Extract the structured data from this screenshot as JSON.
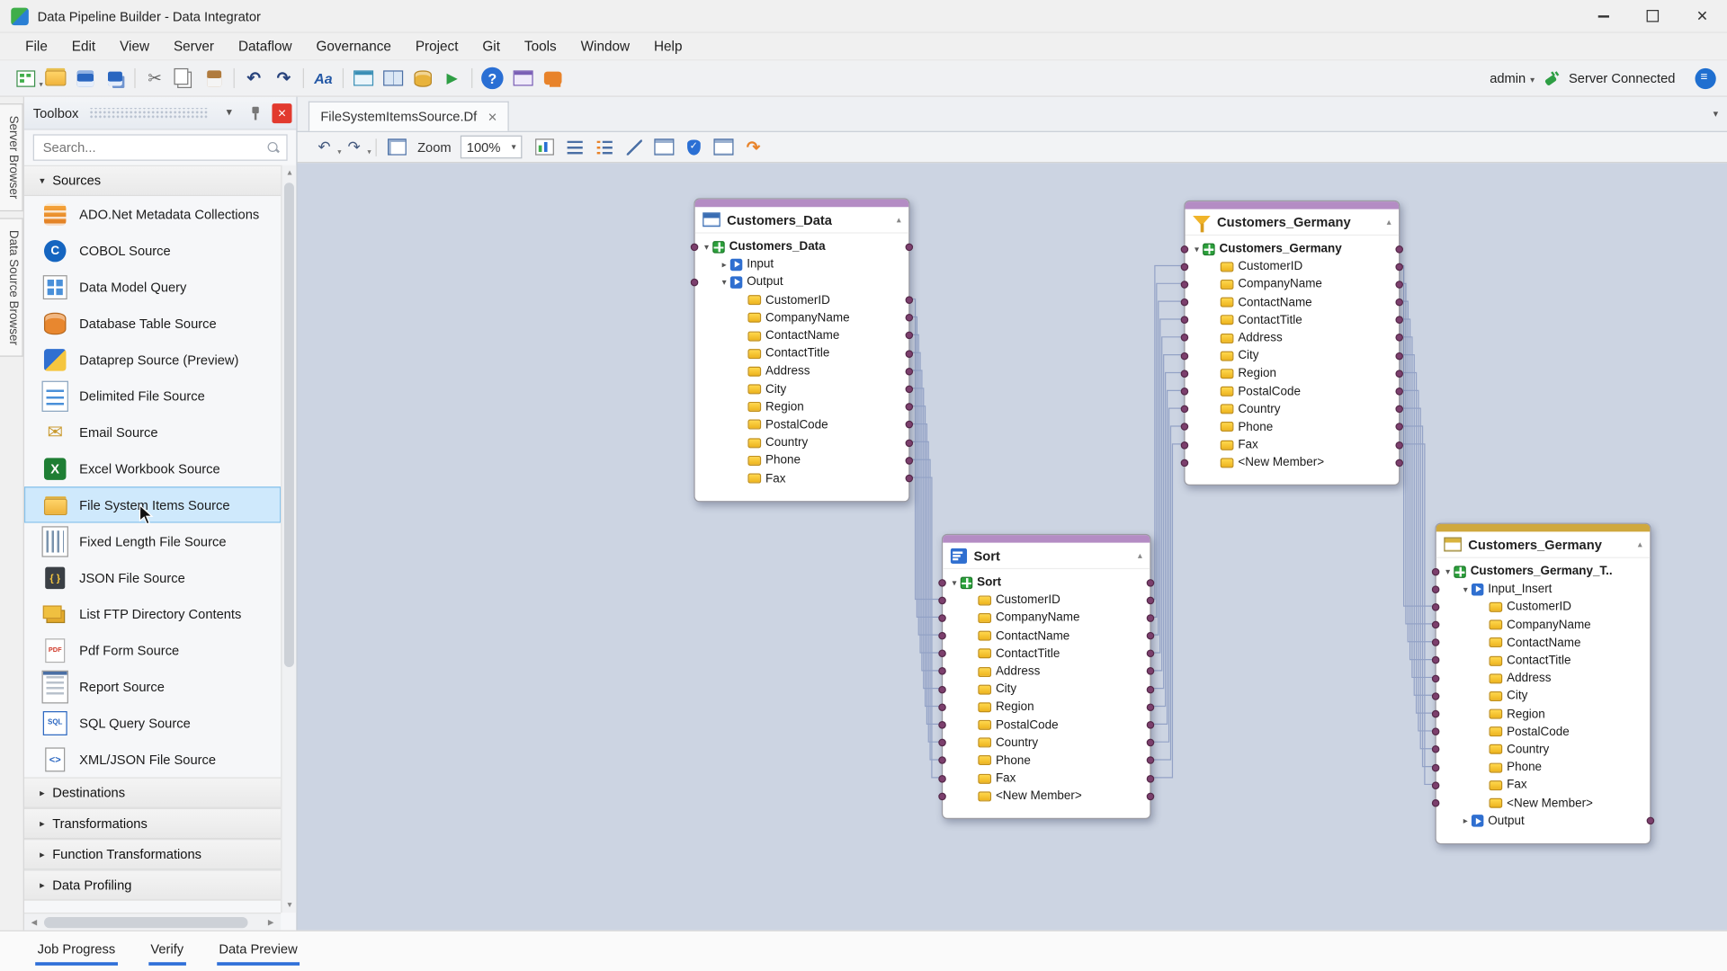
{
  "header": {
    "title": "Data Pipeline Builder - Data Integrator"
  },
  "menu": {
    "items": [
      "File",
      "Edit",
      "View",
      "Server",
      "Dataflow",
      "Governance",
      "Project",
      "Git",
      "Tools",
      "Window",
      "Help"
    ]
  },
  "toolbar": {
    "icons": [
      {
        "name": "new-dataflow-icon",
        "dd": 1
      },
      {
        "name": "open-folder-icon"
      },
      {
        "name": "save-icon"
      },
      {
        "name": "save-all-icon"
      },
      {
        "name": "separator",
        "inter": "false"
      },
      {
        "name": "cut-icon"
      },
      {
        "name": "copy-icon"
      },
      {
        "name": "paste-icon"
      },
      {
        "name": "separator",
        "inter": "false"
      },
      {
        "name": "undo-icon"
      },
      {
        "name": "redo-icon"
      },
      {
        "name": "separator",
        "inter": "false"
      },
      {
        "name": "font-icon"
      },
      {
        "name": "separator",
        "inter": "false"
      },
      {
        "name": "edit-window-icon"
      },
      {
        "name": "split-window-icon"
      },
      {
        "name": "database-job-icon"
      },
      {
        "name": "start-dataflow-icon"
      },
      {
        "name": "separator",
        "inter": "false"
      },
      {
        "name": "help-icon"
      },
      {
        "name": "window-preview-icon"
      },
      {
        "name": "chat-icon"
      }
    ],
    "user": "admin",
    "server_status": "Server Connected"
  },
  "side_tabs": [
    "Server Browser",
    "Data Source Browser"
  ],
  "toolbox": {
    "title": "Toolbox",
    "search_placeholder": "Search...",
    "sources_label": "Sources",
    "items": [
      {
        "label": "ADO.Net Metadata Collections",
        "icon": "ado-net-metadata-icon"
      },
      {
        "label": "COBOL Source",
        "icon": "cobol-source-icon"
      },
      {
        "label": "Data Model Query",
        "icon": "data-model-query-icon"
      },
      {
        "label": "Database Table Source",
        "icon": "database-table-source-icon"
      },
      {
        "label": "Dataprep Source (Preview)",
        "icon": "dataprep-source-icon"
      },
      {
        "label": "Delimited File Source",
        "icon": "delimited-file-source-icon"
      },
      {
        "label": "Email Source",
        "icon": "email-source-icon"
      },
      {
        "label": "Excel Workbook Source",
        "icon": "excel-workbook-source-icon"
      },
      {
        "label": "File System Items Source",
        "icon": "file-system-items-source-icon",
        "selected": true
      },
      {
        "label": "Fixed Length File Source",
        "icon": "fixed-length-file-source-icon"
      },
      {
        "label": "JSON File Source",
        "icon": "json-file-source-icon"
      },
      {
        "label": "List FTP Directory Contents",
        "icon": "list-ftp-directory-icon"
      },
      {
        "label": "Pdf Form Source",
        "icon": "pdf-form-source-icon"
      },
      {
        "label": "Report Source",
        "icon": "report-source-icon"
      },
      {
        "label": "SQL Query Source",
        "icon": "sql-query-source-icon"
      },
      {
        "label": "XML/JSON File Source",
        "icon": "xml-json-file-source-icon"
      }
    ],
    "collapsed_sections": [
      "Destinations",
      "Transformations",
      "Function Transformations",
      "Data Profiling"
    ]
  },
  "doc": {
    "tab_label": "FileSystemItemsSource.Df"
  },
  "canvas_toolbar": {
    "left_icons": [
      {
        "name": "undo-icon",
        "dd": 1
      },
      {
        "name": "redo-icon",
        "dd": 1
      },
      {
        "name": "separator",
        "inter": "false"
      },
      {
        "name": "fit-diagram-icon"
      }
    ],
    "zoom_label": "Zoom",
    "zoom_value": "100%",
    "right_icons": [
      {
        "name": "auto-layout-icon"
      },
      {
        "name": "align-list-icon"
      },
      {
        "name": "align-list2-icon"
      },
      {
        "name": "straight-line-icon"
      },
      {
        "name": "mapping-grid-icon"
      },
      {
        "name": "verify-shield-icon"
      },
      {
        "name": "data-grid-icon"
      },
      {
        "name": "reroute-icon"
      }
    ]
  },
  "colors": {
    "canvas_bg": "#ccd4e2",
    "node_accent_purple": "#b48cc4",
    "node_accent_gold": "#cfa83d",
    "port_dot": "#7c3f6d",
    "selection": "#cfe9fc",
    "status_underline": "#2e6fd8"
  },
  "connections": [
    {
      "from": "Customers_Data",
      "to": "Sort"
    },
    {
      "from": "Sort",
      "to": "Customers_Germany"
    },
    {
      "from": "Customers_Germany",
      "to": "Customers_Germany_T"
    }
  ],
  "nodes": [
    {
      "id": "customers-data",
      "title": "Customers_Data",
      "accent": "#b48cc4",
      "icon": "table-source-icon",
      "tree": [
        {
          "label": "Customers_Data",
          "icon": "root",
          "level": 0,
          "exp": "▾",
          "bold": 1,
          "pl": 1,
          "pr": 1
        },
        {
          "label": "Input",
          "icon": "io",
          "level": 1,
          "exp": "▸"
        },
        {
          "label": "Output",
          "icon": "io",
          "level": 1,
          "exp": "▾",
          "pl": 1
        },
        {
          "label": "CustomerID",
          "icon": "field",
          "level": 2,
          "pr": 1
        },
        {
          "label": "CompanyName",
          "icon": "field",
          "level": 2,
          "pr": 1
        },
        {
          "label": "ContactName",
          "icon": "field",
          "level": 2,
          "pr": 1
        },
        {
          "label": "ContactTitle",
          "icon": "field",
          "level": 2,
          "pr": 1
        },
        {
          "label": "Address",
          "icon": "field",
          "level": 2,
          "pr": 1
        },
        {
          "label": "City",
          "icon": "field",
          "level": 2,
          "pr": 1
        },
        {
          "label": "Region",
          "icon": "field",
          "level": 2,
          "pr": 1
        },
        {
          "label": "PostalCode",
          "icon": "field",
          "level": 2,
          "pr": 1
        },
        {
          "label": "Country",
          "icon": "field",
          "level": 2,
          "pr": 1
        },
        {
          "label": "Phone",
          "icon": "field",
          "level": 2,
          "pr": 1
        },
        {
          "label": "Fax",
          "icon": "field",
          "level": 2,
          "pr": 1
        }
      ]
    },
    {
      "id": "customers-germany",
      "title": "Customers_Germany",
      "accent": "#b48cc4",
      "icon": "filter-icon",
      "tree": [
        {
          "label": "Customers_Germany",
          "icon": "root",
          "level": 0,
          "exp": "▾",
          "bold": 1,
          "pl": 1,
          "pr": 1
        },
        {
          "label": "CustomerID",
          "icon": "field",
          "level": 1,
          "pl": 1,
          "pr": 1
        },
        {
          "label": "CompanyName",
          "icon": "field",
          "level": 1,
          "pl": 1,
          "pr": 1
        },
        {
          "label": "ContactName",
          "icon": "field",
          "level": 1,
          "pl": 1,
          "pr": 1
        },
        {
          "label": "ContactTitle",
          "icon": "field",
          "level": 1,
          "pl": 1,
          "pr": 1
        },
        {
          "label": "Address",
          "icon": "field",
          "level": 1,
          "pl": 1,
          "pr": 1
        },
        {
          "label": "City",
          "icon": "field",
          "level": 1,
          "pl": 1,
          "pr": 1
        },
        {
          "label": "Region",
          "icon": "field",
          "level": 1,
          "pl": 1,
          "pr": 1
        },
        {
          "label": "PostalCode",
          "icon": "field",
          "level": 1,
          "pl": 1,
          "pr": 1
        },
        {
          "label": "Country",
          "icon": "field",
          "level": 1,
          "pl": 1,
          "pr": 1
        },
        {
          "label": "Phone",
          "icon": "field",
          "level": 1,
          "pl": 1,
          "pr": 1
        },
        {
          "label": "Fax",
          "icon": "field",
          "level": 1,
          "pl": 1,
          "pr": 1
        },
        {
          "label": "<New Member>",
          "icon": "field",
          "level": 1,
          "pl": 1,
          "pr": 1
        }
      ]
    },
    {
      "id": "sort",
      "title": "Sort",
      "accent": "#b48cc4",
      "icon": "sort-icon",
      "tree": [
        {
          "label": "Sort",
          "icon": "root",
          "level": 0,
          "exp": "▾",
          "bold": 1,
          "pl": 1,
          "pr": 1
        },
        {
          "label": "CustomerID",
          "icon": "field",
          "level": 1,
          "pl": 1,
          "pr": 1
        },
        {
          "label": "CompanyName",
          "icon": "field",
          "level": 1,
          "pl": 1,
          "pr": 1
        },
        {
          "label": "ContactName",
          "icon": "field",
          "level": 1,
          "pl": 1,
          "pr": 1
        },
        {
          "label": "ContactTitle",
          "icon": "field",
          "level": 1,
          "pl": 1,
          "pr": 1
        },
        {
          "label": "Address",
          "icon": "field",
          "level": 1,
          "pl": 1,
          "pr": 1
        },
        {
          "label": "City",
          "icon": "field",
          "level": 1,
          "pl": 1,
          "pr": 1
        },
        {
          "label": "Region",
          "icon": "field",
          "level": 1,
          "pl": 1,
          "pr": 1
        },
        {
          "label": "PostalCode",
          "icon": "field",
          "level": 1,
          "pl": 1,
          "pr": 1
        },
        {
          "label": "Country",
          "icon": "field",
          "level": 1,
          "pl": 1,
          "pr": 1
        },
        {
          "label": "Phone",
          "icon": "field",
          "level": 1,
          "pl": 1,
          "pr": 1
        },
        {
          "label": "Fax",
          "icon": "field",
          "level": 1,
          "pl": 1,
          "pr": 1
        },
        {
          "label": "<New Member>",
          "icon": "field",
          "level": 1,
          "pl": 1,
          "pr": 1
        }
      ]
    },
    {
      "id": "customers-germany-t",
      "title": "Customers_Germany",
      "accent": "#cfa83d",
      "icon": "table-gold-icon",
      "tree": [
        {
          "label": "Customers_Germany_T..",
          "icon": "root",
          "level": 0,
          "exp": "▾",
          "bold": 1,
          "pl": 1
        },
        {
          "label": "Input_Insert",
          "icon": "io",
          "level": 1,
          "exp": "▾",
          "pl": 1
        },
        {
          "label": "CustomerID",
          "icon": "field",
          "level": 2,
          "pl": 1
        },
        {
          "label": "CompanyName",
          "icon": "field",
          "level": 2,
          "pl": 1
        },
        {
          "label": "ContactName",
          "icon": "field",
          "level": 2,
          "pl": 1
        },
        {
          "label": "ContactTitle",
          "icon": "field",
          "level": 2,
          "pl": 1
        },
        {
          "label": "Address",
          "icon": "field",
          "level": 2,
          "pl": 1
        },
        {
          "label": "City",
          "icon": "field",
          "level": 2,
          "pl": 1
        },
        {
          "label": "Region",
          "icon": "field",
          "level": 2,
          "pl": 1
        },
        {
          "label": "PostalCode",
          "icon": "field",
          "level": 2,
          "pl": 1
        },
        {
          "label": "Country",
          "icon": "field",
          "level": 2,
          "pl": 1
        },
        {
          "label": "Phone",
          "icon": "field",
          "level": 2,
          "pl": 1
        },
        {
          "label": "Fax",
          "icon": "field",
          "level": 2,
          "pl": 1
        },
        {
          "label": "<New Member>",
          "icon": "field",
          "level": 2,
          "pl": 1
        },
        {
          "label": "Output",
          "icon": "io",
          "level": 1,
          "exp": "▸",
          "pr": 1
        }
      ]
    }
  ],
  "statusbar": {
    "tabs": [
      "Job Progress",
      "Verify",
      "Data Preview"
    ]
  }
}
